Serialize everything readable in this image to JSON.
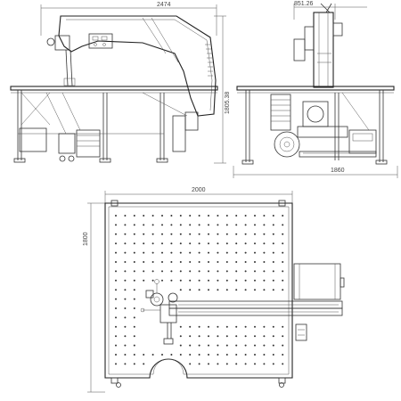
{
  "dimensions": {
    "side_width": "2474",
    "side_height": "1805.38",
    "front_top": "851.26",
    "front_width": "1860",
    "plan_width": "2000",
    "plan_height": "1800"
  }
}
